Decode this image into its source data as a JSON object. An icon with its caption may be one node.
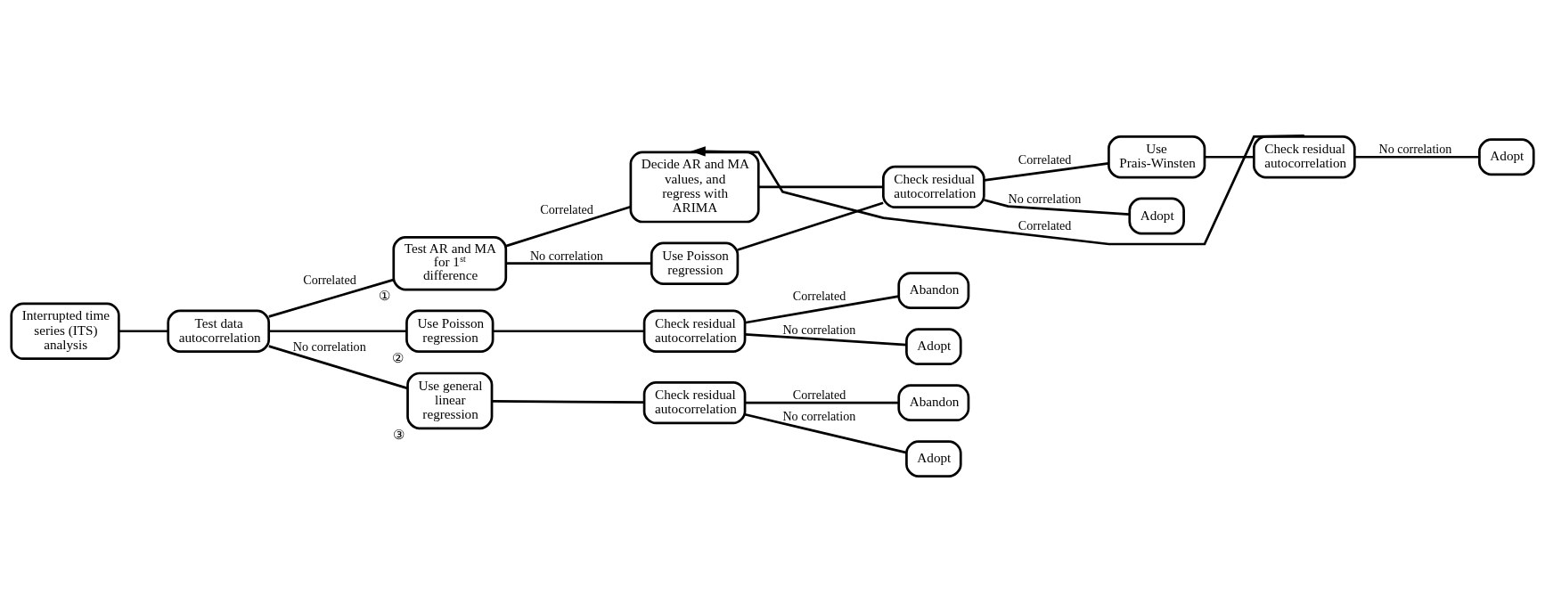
{
  "diagram": {
    "nodes": [
      {
        "text": [
          "Interrupted time series (ITS) analysis"
        ]
      },
      {
        "text": [
          "Test data autocorrelation"
        ]
      },
      {
        "text": [
          "Test AR and MA for 1$^{st}$ difference"
        ],
        "beside": [
          "①"
        ]
      },
      {
        "text": [
          "Use Poisson regression"
        ],
        "beside": [
          "②"
        ]
      },
      {
        "text": [
          "Use general linear regression"
        ],
        "beside": [
          "③"
        ]
      },
      {
        "text": [
          "Decide AR and MA values, and regress with ARIMA"
        ]
      },
      {
        "text": [
          "Use Poisson regression"
        ]
      },
      {
        "text": [
          "Check residual autocorrelation"
        ]
      },
      {
        "text": [
          "Use Prais-Winsten"
        ]
      },
      {
        "text": [
          "Adopt"
        ]
      },
      {
        "text": [
          "Check residual autocorrelation"
        ]
      },
      {
        "text": [
          "Adopt"
        ]
      },
      {
        "text": [
          "Check residual autocorrelation"
        ]
      },
      {
        "text": [
          "Abandon"
        ]
      },
      {
        "text": [
          "Adopt"
        ]
      },
      {
        "text": [
          "Check residual autocorrelation"
        ]
      },
      {
        "text": [
          "Abandon"
        ]
      },
      {
        "text": [
          "Adopt"
        ]
      }
    ],
    "edges": [
      {
        "from": 0,
        "to": 1,
        "arrow": "none"
      },
      {
        "from": 1,
        "to": 2,
        "arrow": "none",
        "label": "Correlated"
      },
      {
        "from": 1,
        "to": 3,
        "arrow": "none"
      },
      {
        "from": 1,
        "to": 4,
        "arrow": "none",
        "label": "No correlation"
      },
      {
        "from": 2,
        "to": 5,
        "arrow": "none",
        "label": "Correlated"
      },
      {
        "from": 2,
        "to": 6,
        "arrow": "none",
        "label": "No correlation"
      },
      {
        "from": 5,
        "to": 7,
        "arrow": "none"
      },
      {
        "from": 6,
        "to": 7,
        "arrow": "none"
      },
      {
        "from": 7,
        "to": 8,
        "arrow": "none",
        "label": "Correlated"
      },
      {
        "from": 7,
        "to": 9,
        "arrow": "none",
        "label": "No correlation"
      },
      {
        "from": 8,
        "to": 10,
        "arrow": "none"
      },
      {
        "from": 10,
        "to": 11,
        "arrow": "none",
        "label": "No correlation"
      },
      {
        "from": 10,
        "to": 5,
        "arrow": "to",
        "label": "Correlated"
      },
      {
        "from": 3,
        "to": 12,
        "arrow": "none"
      },
      {
        "from": 12,
        "to": 13,
        "arrow": "none",
        "label": "Correlated"
      },
      {
        "from": 12,
        "to": 14,
        "arrow": "none",
        "label": "No correlation"
      },
      {
        "from": 4,
        "to": 15,
        "arrow": "none"
      },
      {
        "from": 15,
        "to": 16,
        "arrow": "none",
        "label": "Correlated"
      },
      {
        "from": 15,
        "to": 17,
        "arrow": "none",
        "label": "No correlation"
      }
    ]
  }
}
